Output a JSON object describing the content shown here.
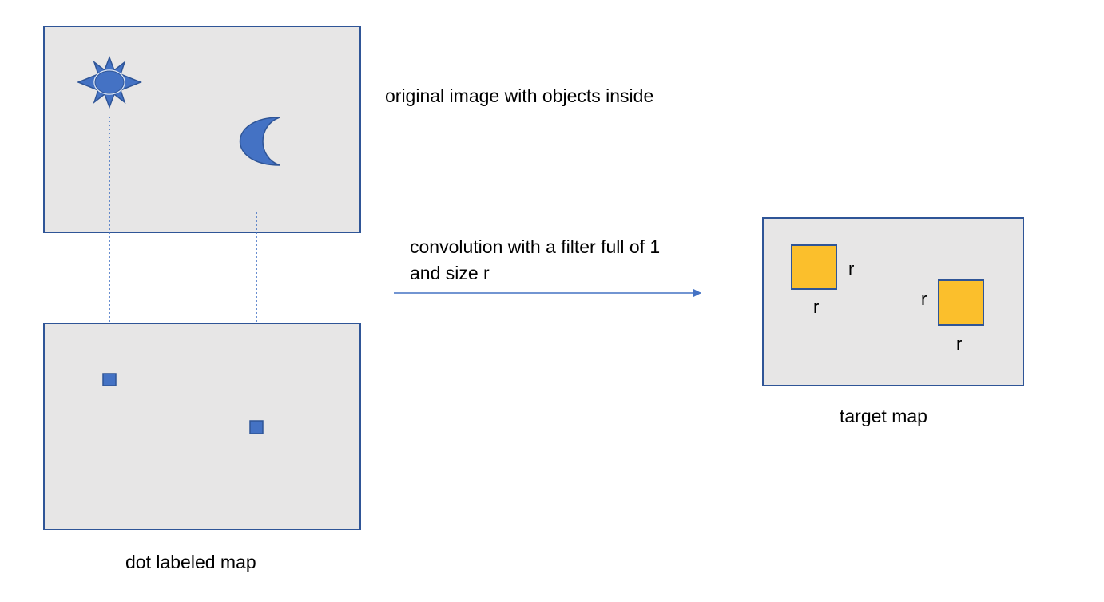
{
  "labels": {
    "original_image": "original image with objects inside",
    "convolution_line1": "convolution with a filter full of 1",
    "convolution_line2": "and size r",
    "dot_labeled_map": "dot labeled map",
    "target_map": "target map"
  },
  "dimensions": {
    "box1_side": "r",
    "box1_bottom": "r",
    "box2_side": "r",
    "box2_bottom": "r"
  },
  "colors": {
    "panel_fill": "#e7e6e6",
    "panel_border": "#2f5597",
    "object_blue": "#4472c4",
    "target_orange": "#fbbf2c"
  },
  "icons": {
    "object_1": "sun-icon",
    "object_2": "moon-icon"
  }
}
